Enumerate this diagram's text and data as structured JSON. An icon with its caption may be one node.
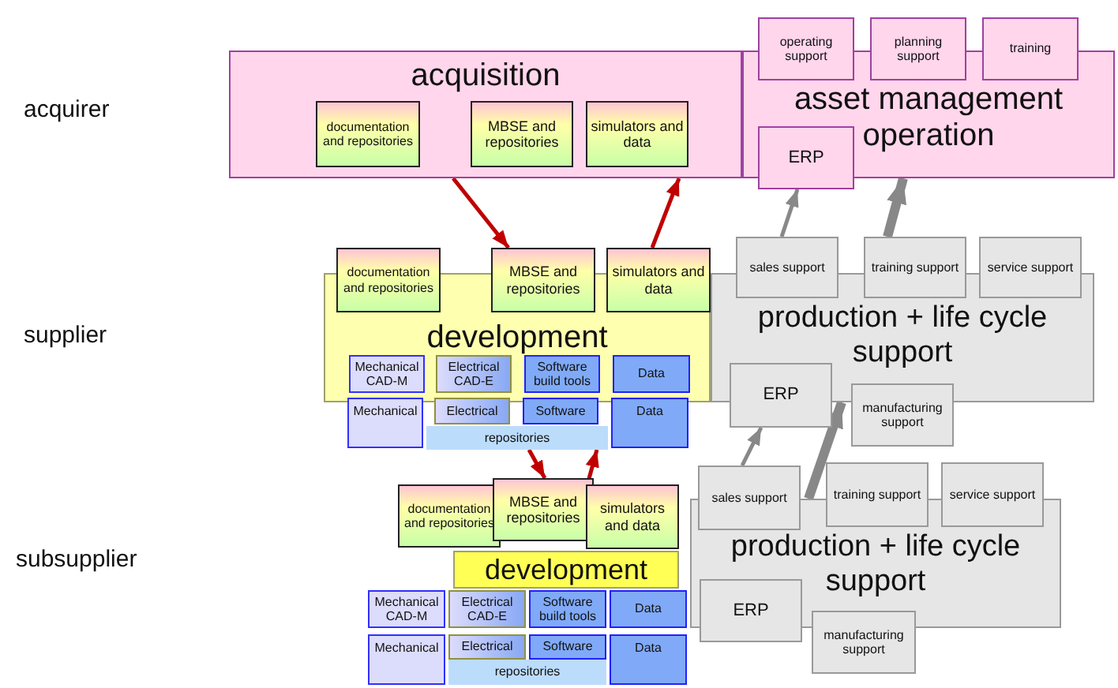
{
  "diagram": {
    "nodes": [
      {
        "text": [
          "acquisition"
        ]
      },
      {
        "text": [
          "documentation and repositories"
        ],
        "in": 0
      },
      {
        "text": [
          "MBSE and repositories"
        ],
        "in": 0
      },
      {
        "text": [
          "simulators and data"
        ],
        "in": 0
      },
      {
        "text": [
          "asset management operation"
        ]
      },
      {
        "text": [
          "operating support"
        ]
      },
      {
        "text": [
          "planning support"
        ]
      },
      {
        "text": [
          "training"
        ]
      },
      {
        "text": [
          "ERP"
        ]
      },
      {
        "text": [
          "development"
        ]
      },
      {
        "text": [
          "documentation and repositories"
        ]
      },
      {
        "text": [
          "MBSE and repositories"
        ]
      },
      {
        "text": [
          "simulators and data"
        ]
      },
      {
        "text": [
          "Mechanical CAD-M"
        ],
        "in": 9
      },
      {
        "text": [
          "Electrical CAD-E"
        ],
        "in": 9
      },
      {
        "text": [
          "Software build tools"
        ],
        "in": 9
      },
      {
        "text": [
          "Data"
        ],
        "in": 9
      },
      {
        "text": [
          "Mechanical"
        ]
      },
      {
        "text": [
          "Electrical"
        ]
      },
      {
        "text": [
          "Software"
        ]
      },
      {
        "text": [
          "Data"
        ]
      },
      {
        "text": [
          "repositories"
        ]
      },
      {
        "text": [
          "production + life cycle support"
        ]
      },
      {
        "text": [
          "sales support"
        ]
      },
      {
        "text": [
          "training support"
        ]
      },
      {
        "text": [
          "service support"
        ]
      },
      {
        "text": [
          "ERP"
        ]
      },
      {
        "text": [
          "manufacturing support"
        ]
      },
      {
        "text": [
          "development"
        ]
      },
      {
        "text": [
          "documentation and repositories"
        ]
      },
      {
        "text": [
          "MBSE and repositories"
        ]
      },
      {
        "text": [
          "simulators and data"
        ]
      },
      {
        "text": [
          "Mechanical CAD-M"
        ]
      },
      {
        "text": [
          "Electrical CAD-E"
        ]
      },
      {
        "text": [
          "Software build tools"
        ]
      },
      {
        "text": [
          "Data"
        ]
      },
      {
        "text": [
          "Mechanical"
        ]
      },
      {
        "text": [
          "Electrical"
        ]
      },
      {
        "text": [
          "Software"
        ]
      },
      {
        "text": [
          "Data"
        ]
      },
      {
        "text": [
          "repositories"
        ]
      },
      {
        "text": [
          "production + life cycle support"
        ]
      },
      {
        "text": [
          "sales support"
        ]
      },
      {
        "text": [
          "training support"
        ]
      },
      {
        "text": [
          "service support"
        ]
      },
      {
        "text": [
          "ERP"
        ]
      },
      {
        "text": [
          "manufacturing support"
        ]
      }
    ],
    "edges": [
      {
        "from": 0,
        "to": 11,
        "arrow": "to",
        "color": "#c00000"
      },
      {
        "from": 12,
        "to": 0,
        "arrow": "to",
        "color": "#c00000"
      },
      {
        "from": 23,
        "to": 8,
        "arrow": "to",
        "color": "#888888"
      },
      {
        "from": 24,
        "to": 4,
        "arrow": "to",
        "style": "thick",
        "color": "#888888"
      },
      {
        "from": 21,
        "to": 30,
        "arrow": "to",
        "color": "#c00000"
      },
      {
        "from": 31,
        "to": 21,
        "arrow": "to",
        "color": "#c00000"
      },
      {
        "from": 42,
        "to": 26,
        "arrow": "to",
        "color": "#888888"
      },
      {
        "from": 41,
        "to": 22,
        "arrow": "to",
        "style": "thick",
        "color": "#888888"
      }
    ],
    "labels": [
      "acquirer",
      "supplier",
      "subsupplier"
    ]
  }
}
